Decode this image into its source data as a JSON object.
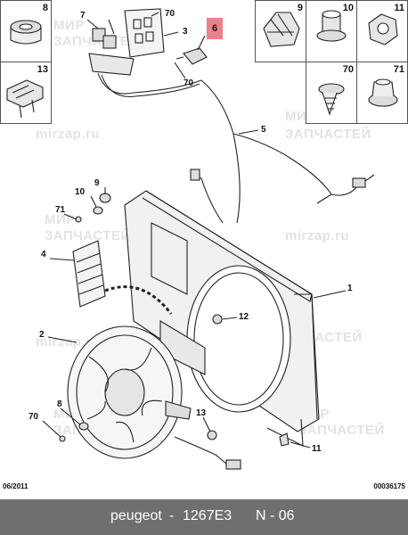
{
  "watermark": {
    "site": "mirzap.ru",
    "ru_text": "ЗАПЧАСТЕЙ",
    "mir": "МИР"
  },
  "inset_numbers": [
    "8",
    "13",
    "9",
    "10",
    "11",
    "70",
    "71"
  ],
  "callouts": {
    "c7": "7",
    "c70a": "70",
    "c3": "3",
    "c6": "6",
    "c70b": "70",
    "c5": "5",
    "c9": "9",
    "c10": "10",
    "c71": "71",
    "c4": "4",
    "c1": "1",
    "c12": "12",
    "c2": "2",
    "c8": "8",
    "c70c": "70",
    "c13": "13",
    "c11": "11"
  },
  "date": "06/2011",
  "ref_code": "00036175",
  "footer": {
    "brand": "peugeot",
    "part": "1267E3",
    "sep": "-",
    "code": "N - 06"
  },
  "colors": {
    "highlight": "#f07f8c",
    "footer_bg": "#6f6f6f",
    "line": "#222222"
  }
}
